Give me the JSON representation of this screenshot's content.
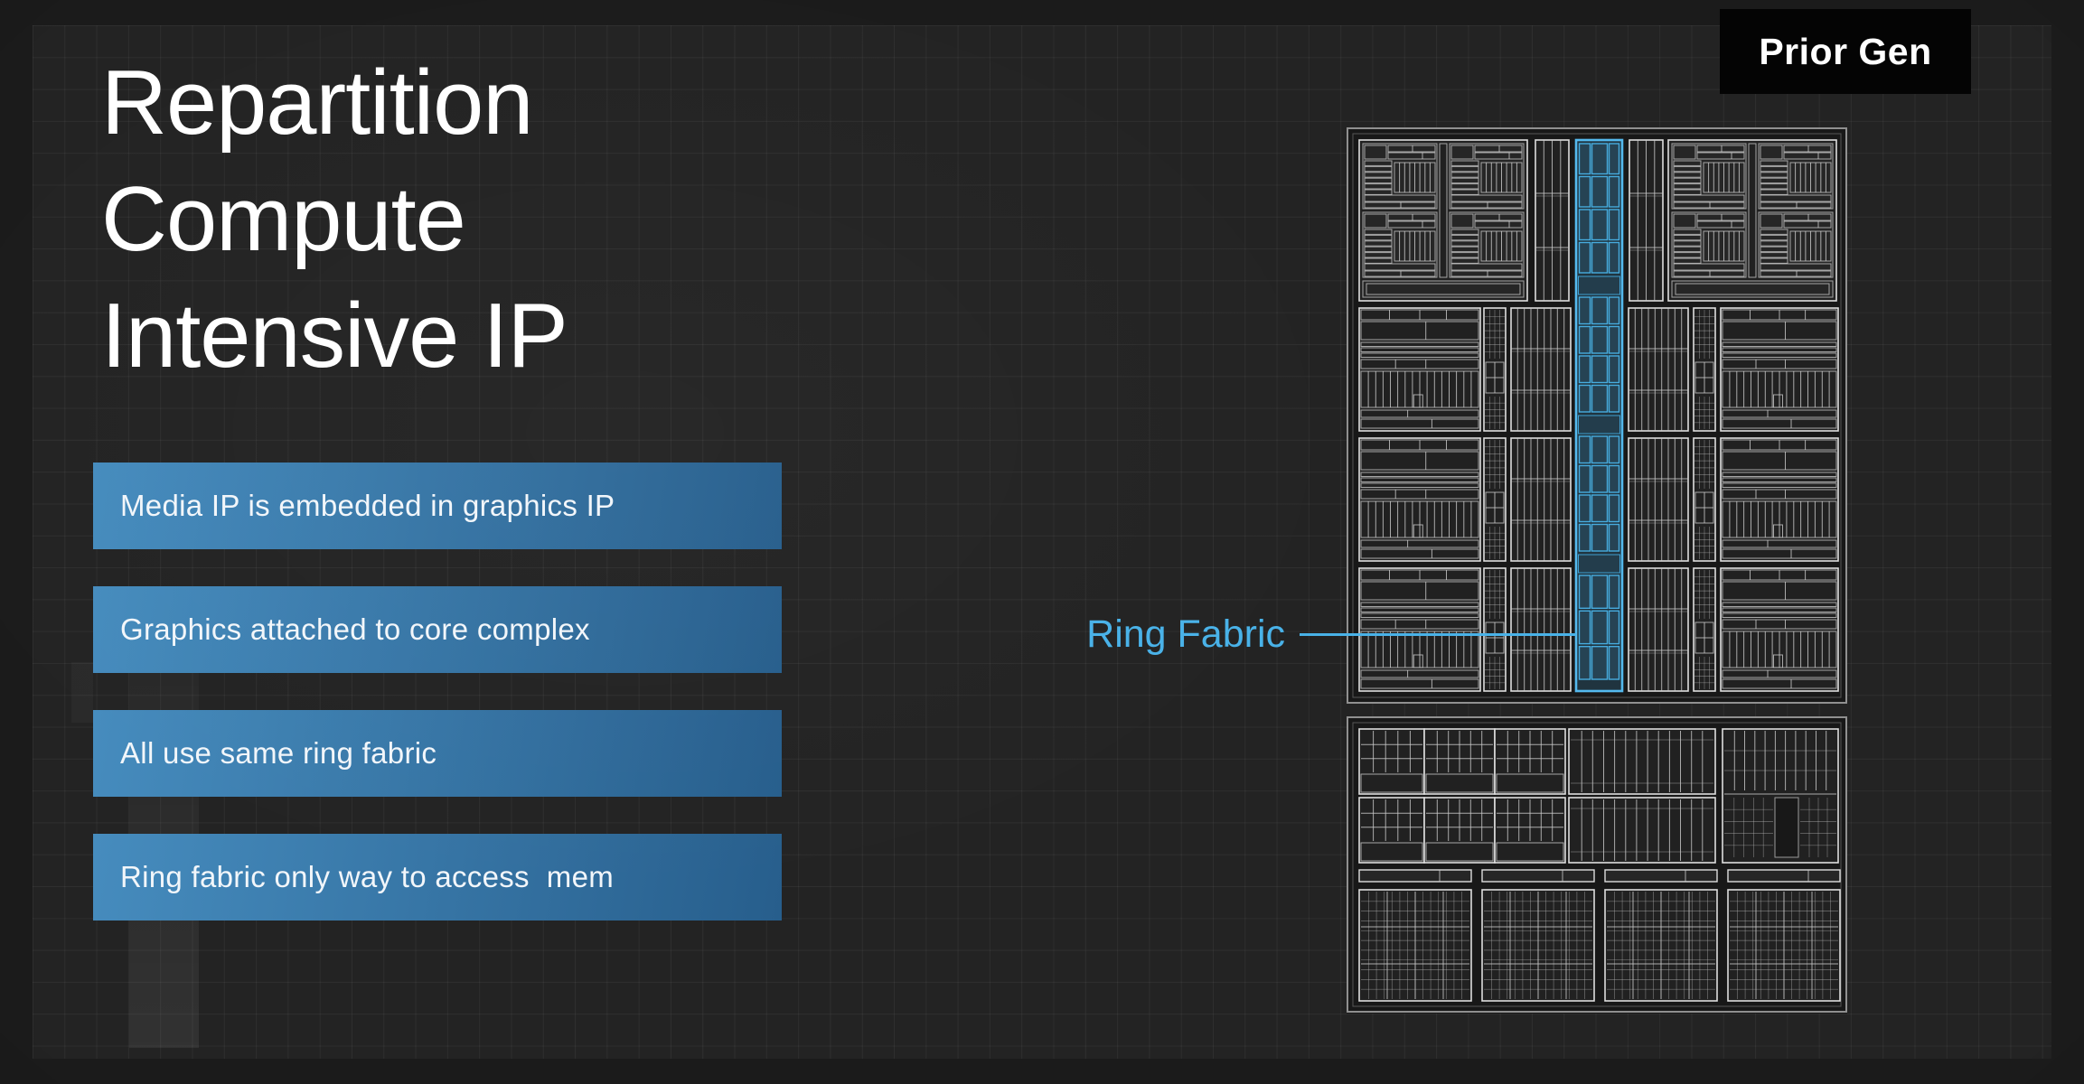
{
  "title": {
    "lines": [
      "Repartition",
      "Compute",
      "Intensive IP"
    ]
  },
  "bullets": [
    "Media IP is embedded in graphics IP",
    "Graphics attached to core complex",
    "All use same ring fabric",
    "Ring fabric only way to access  mem"
  ],
  "callout": {
    "label": "Ring Fabric"
  },
  "badge": {
    "label": "Prior Gen"
  },
  "colors": {
    "background": "#1b1b1b",
    "grid_line": "rgba(255,255,255,0.05)",
    "title_text": "#ffffff",
    "bar_gradient_start": "#468cbe",
    "bar_gradient_end": "#275e8c",
    "bar_text": "#f2f6fa",
    "accent_blue": "#49b2e8",
    "badge_bg": "#040404",
    "badge_text": "#ffffff",
    "highlight_fill": "rgba(64,164,220,0.20)",
    "highlight_stroke": "#54b9ee"
  }
}
